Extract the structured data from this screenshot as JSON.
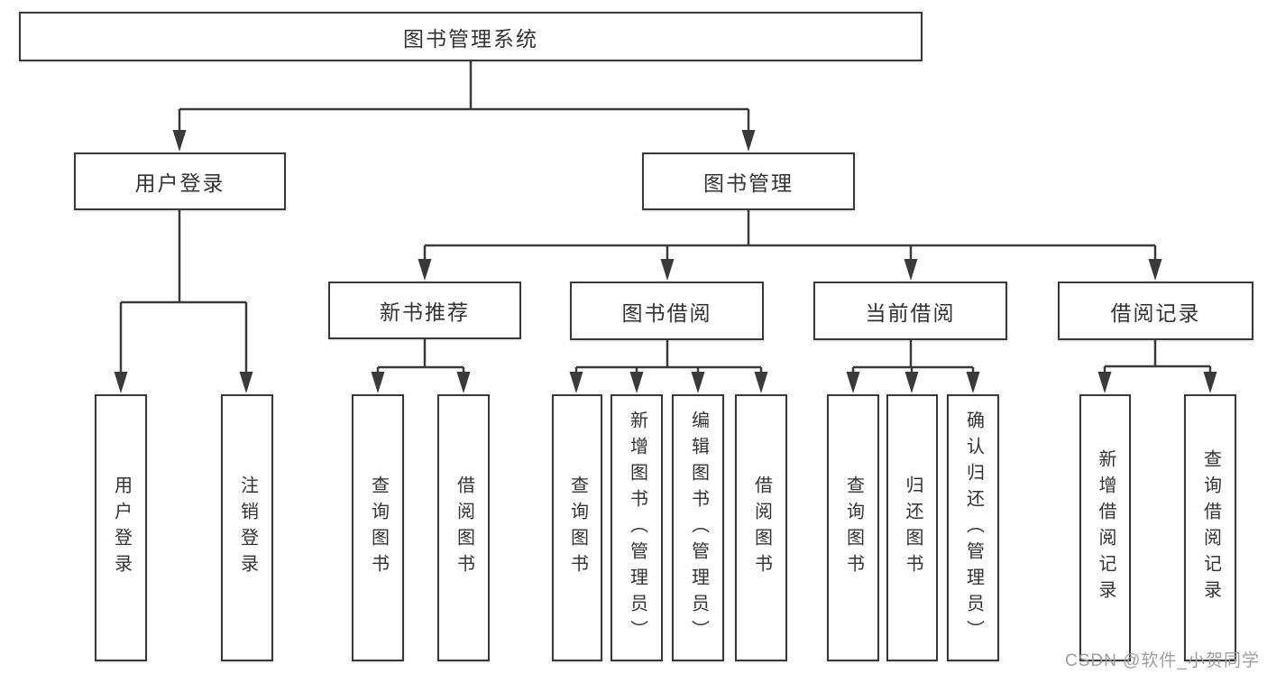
{
  "diagram": {
    "root": {
      "label": "图书管理系统"
    },
    "login": {
      "label": "用户登录",
      "children": [
        {
          "label": "用户登录"
        },
        {
          "label": "注销登录"
        }
      ]
    },
    "manage": {
      "label": "图书管理",
      "groups": [
        {
          "label": "新书推荐",
          "children": [
            {
              "label": "查询图书"
            },
            {
              "label": "借阅图书"
            }
          ]
        },
        {
          "label": "图书借阅",
          "children": [
            {
              "label": "查询图书"
            },
            {
              "label": "新增图书（管理员）"
            },
            {
              "label": "编辑图书（管理员）"
            },
            {
              "label": "借阅图书"
            }
          ]
        },
        {
          "label": "当前借阅",
          "children": [
            {
              "label": "查询图书"
            },
            {
              "label": "归还图书"
            },
            {
              "label": "确认归还（管理员）"
            }
          ]
        },
        {
          "label": "借阅记录",
          "children": [
            {
              "label": "新增借阅记录"
            },
            {
              "label": "查询借阅记录"
            }
          ]
        }
      ]
    }
  },
  "watermark": {
    "text": "CSDN @软件_小贺同学"
  },
  "colors": {
    "line": "#3a3a3a",
    "text": "#333333",
    "watermark": "#9e9e9e",
    "background": "#ffffff"
  }
}
